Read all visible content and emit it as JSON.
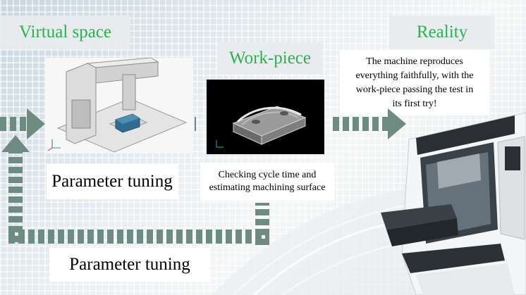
{
  "labels": {
    "virtual_space": "Virtual space",
    "work_piece": "Work-piece",
    "reality": "Reality",
    "parameter_tuning_top": "Parameter tuning",
    "parameter_tuning_bottom": "Parameter tuning",
    "workpiece_caption_line1": "Checking cycle time and",
    "workpiece_caption_line2": "estimating machining surface",
    "reality_caption_line1": "The machine reproduces",
    "reality_caption_line2": "everything faithfully, with the",
    "reality_caption_line3": "work-piece passing the test in",
    "reality_caption_line4": "its first try!"
  },
  "colors": {
    "title_green": "#2bb24c",
    "arrow": "#6d8b80",
    "workpiece_bg": "#000000"
  },
  "icons": {
    "virtual_model": "cnc-machine-3d-model",
    "workpiece_render": "workpiece-3d-render",
    "real_machine": "cnc-machining-center-photo"
  }
}
